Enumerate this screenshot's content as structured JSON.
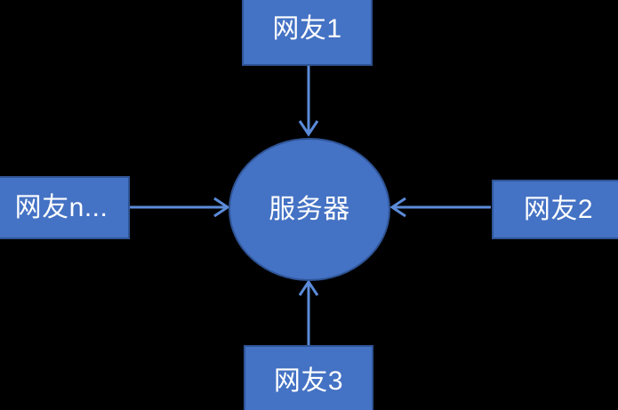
{
  "diagram": {
    "title": "Server and clients star topology",
    "background_color": "#000000",
    "node_fill_color": "#4472c4",
    "node_border_color": "#2f5496",
    "node_text_color": "#ffffff",
    "edge_color": "#5b8bd9",
    "nodes": {
      "center": {
        "label": "服务器",
        "shape": "circle"
      },
      "top": {
        "label": "网友1",
        "shape": "rectangle"
      },
      "right": {
        "label": "网友2",
        "shape": "rectangle"
      },
      "bottom": {
        "label": "网友3",
        "shape": "rectangle"
      },
      "left": {
        "label": "网友n...",
        "shape": "rectangle"
      }
    },
    "edges": [
      {
        "from": "top",
        "to": "center",
        "direction": "down",
        "arrowhead": "open"
      },
      {
        "from": "right",
        "to": "center",
        "direction": "left",
        "arrowhead": "open"
      },
      {
        "from": "bottom",
        "to": "center",
        "direction": "up",
        "arrowhead": "open"
      },
      {
        "from": "left",
        "to": "center",
        "direction": "right",
        "arrowhead": "open"
      }
    ]
  }
}
